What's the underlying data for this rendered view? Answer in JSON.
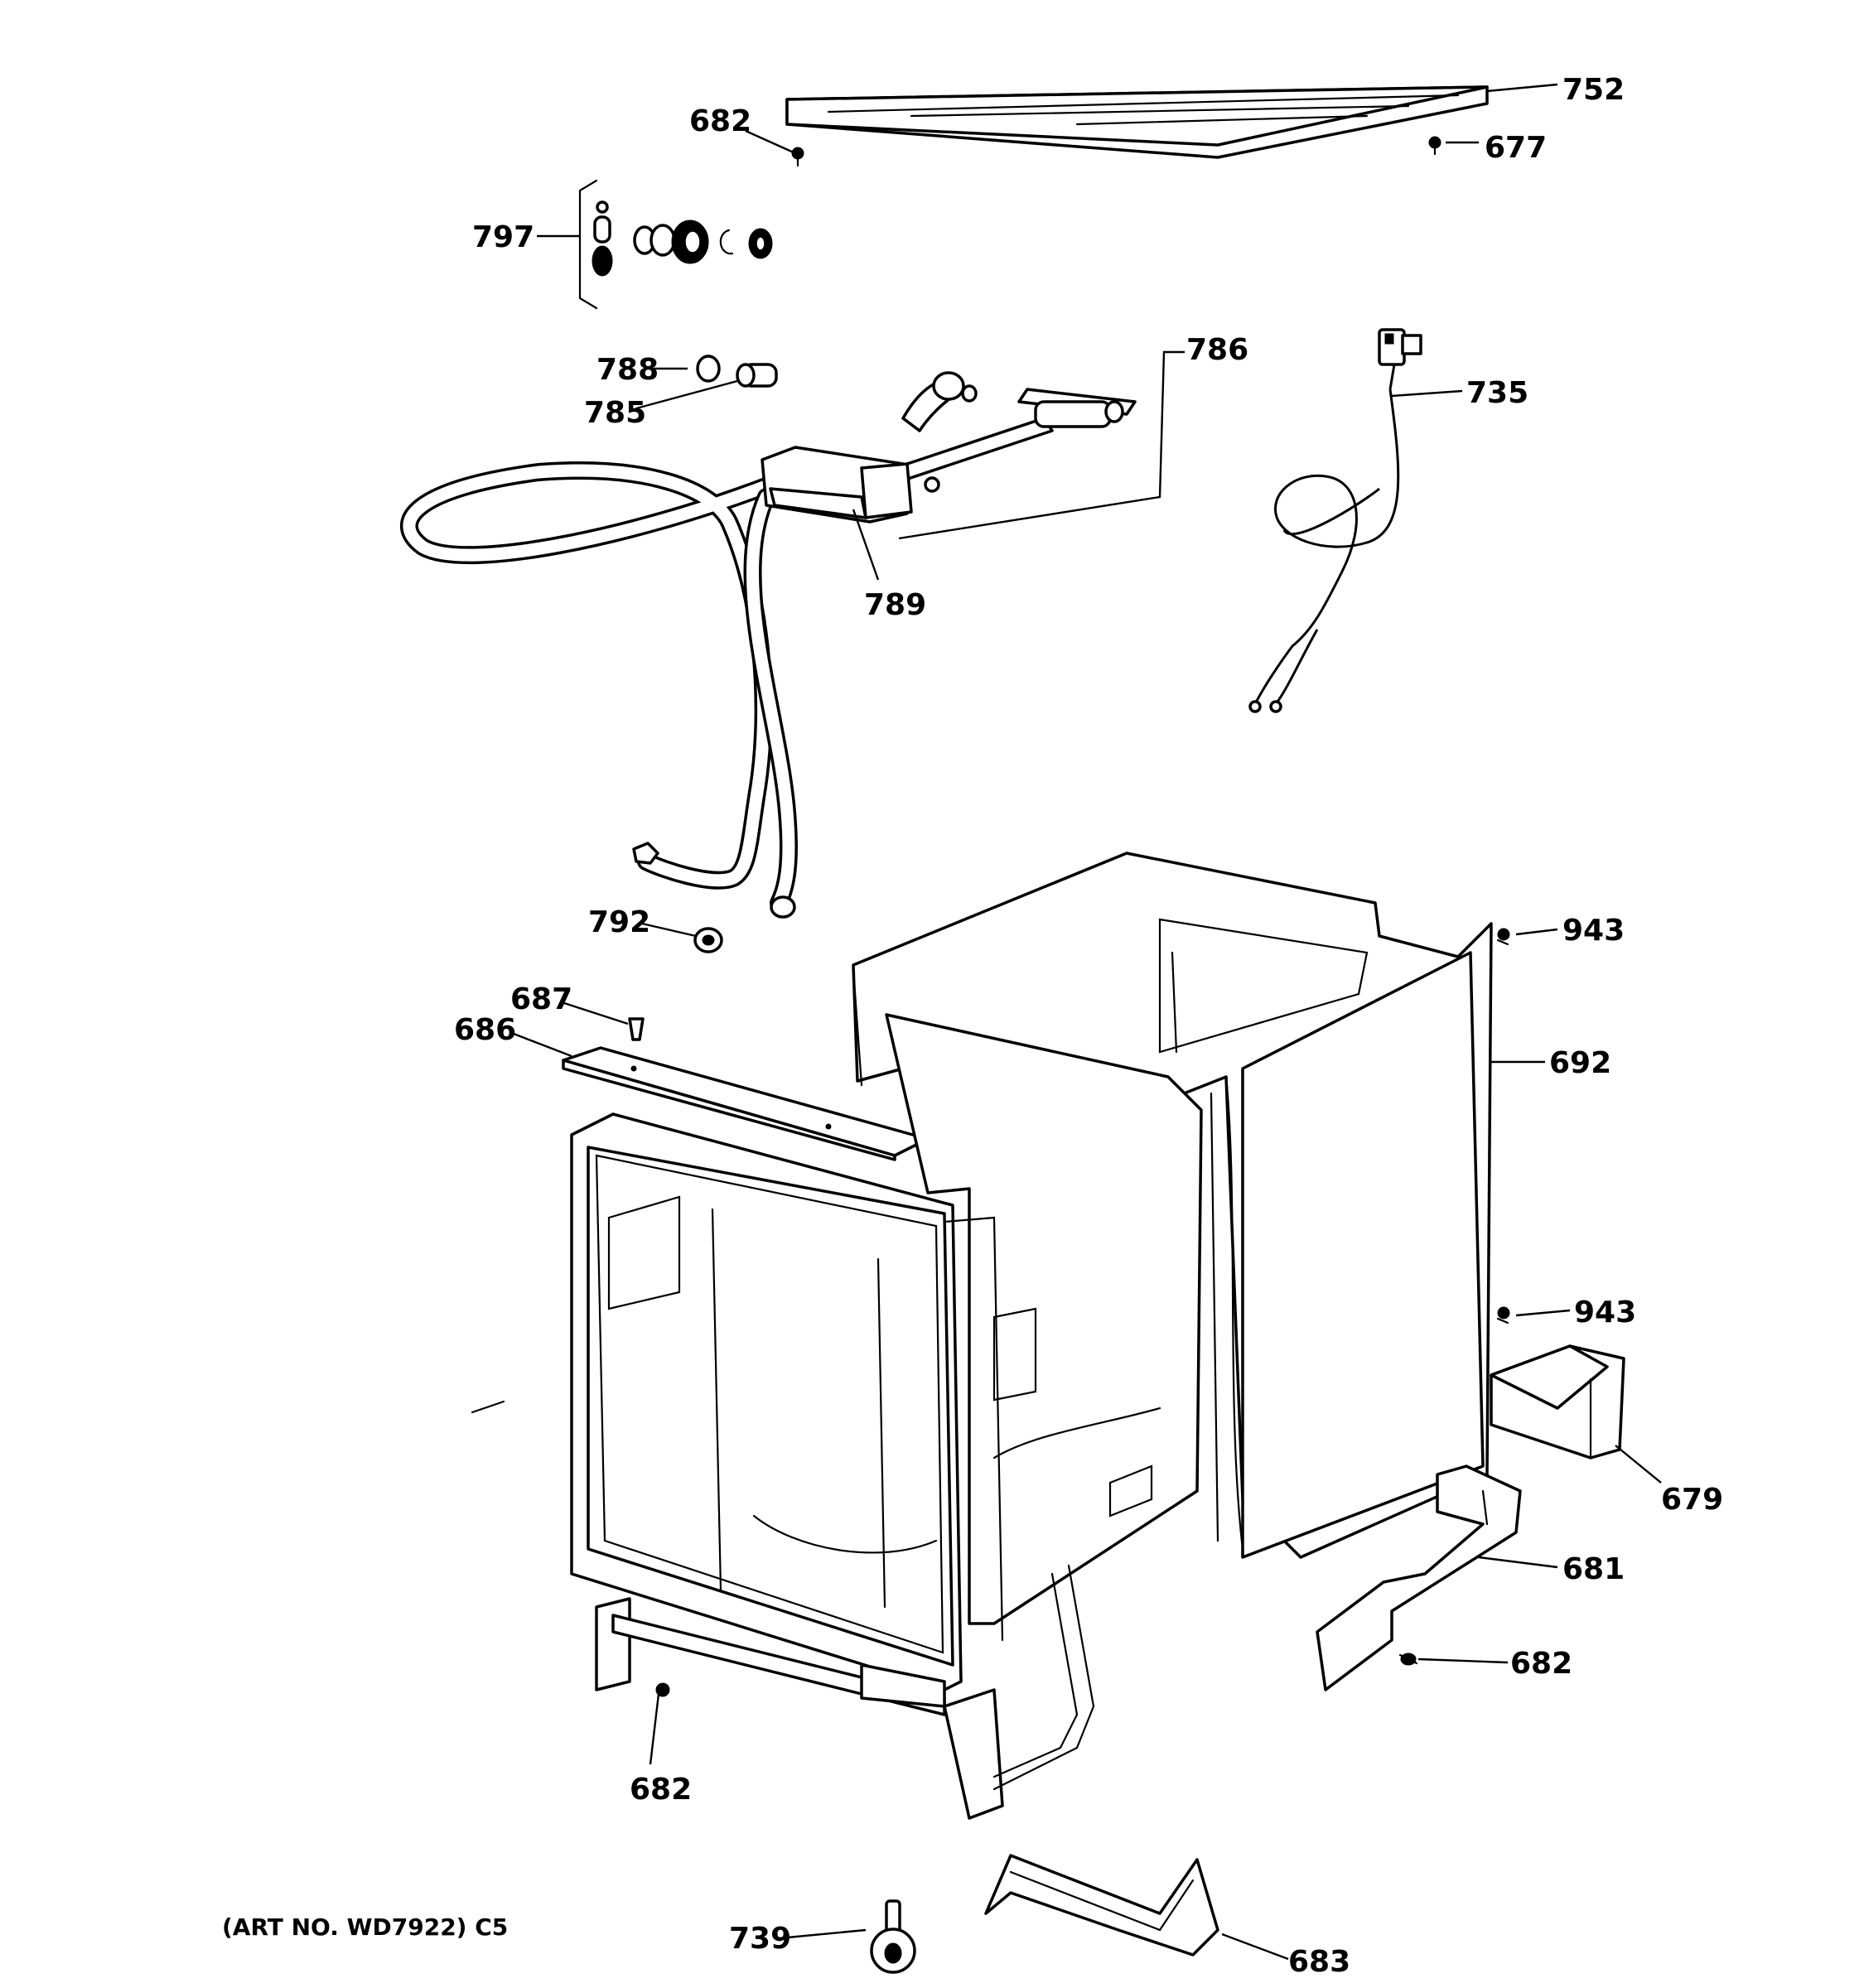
{
  "art_number": "(ART NO. WD7922) C5",
  "callouts": {
    "c752": "752",
    "c682_top": "682",
    "c677": "677",
    "c797": "797",
    "c788": "788",
    "c785": "785",
    "c786": "786",
    "c789": "789",
    "c735": "735",
    "c792": "792",
    "c943_top": "943",
    "c687": "687",
    "c686": "686",
    "c692": "692",
    "c943_bottom": "943",
    "c679": "679",
    "c681": "681",
    "c682_right": "682",
    "c682_bottom": "682",
    "c739": "739",
    "c683": "683"
  }
}
